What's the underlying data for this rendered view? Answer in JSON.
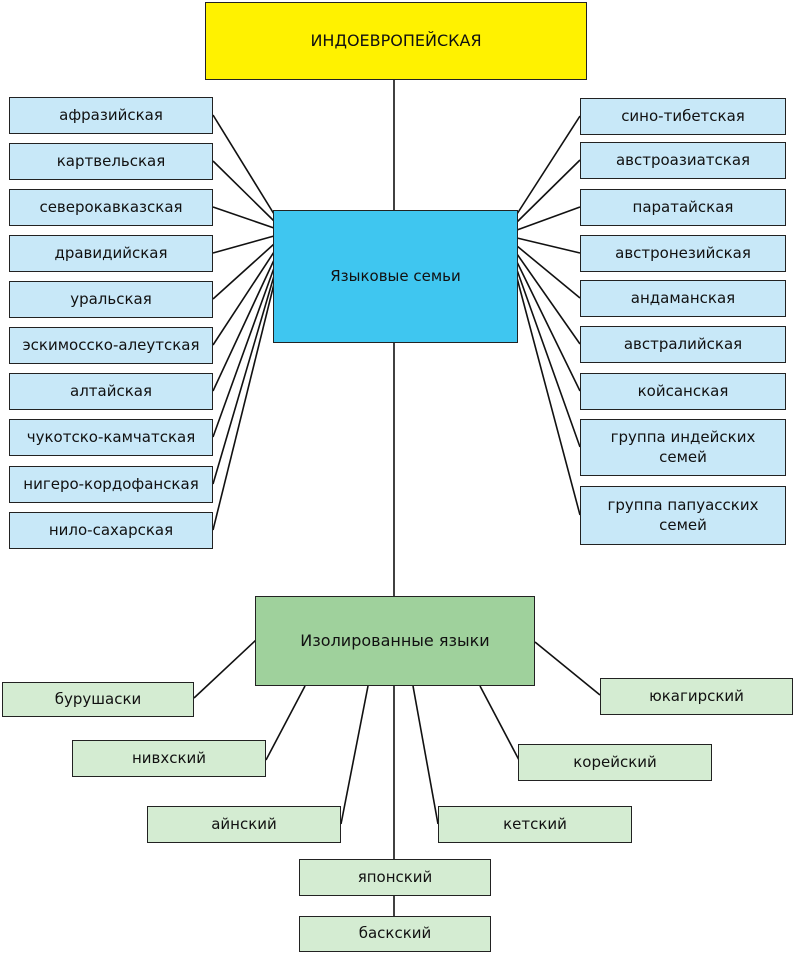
{
  "top": "ИНДОЕВРОПЕЙСКАЯ",
  "families_hub": "Языковые семьи",
  "isolates_hub": "Изолированные языки",
  "families_left": [
    "афразийская",
    "картвельская",
    "северокавказская",
    "дравидийская",
    "уральская",
    "эскимосско-алеутская",
    "алтайская",
    "чукотско-камчатская",
    "нигеро-кордофанская",
    "нило-сахарская"
  ],
  "families_right": [
    "сино-тибетская",
    "австроазиатская",
    "паратайская",
    "австронезийская",
    "андаманская",
    "австралийская",
    "койсанская",
    "группа индейских семей",
    "группа папуасских семей"
  ],
  "isolates": [
    "бурушаски",
    "нивхский",
    "айнский",
    "японский",
    "баскский",
    "кетский",
    "корейский",
    "юкагирский"
  ],
  "colors": {
    "top": "#fff200",
    "families_hub": "#3fc6f0",
    "family_box": "#c8e8f8",
    "isolates_hub": "#9fd19c",
    "isolate_box": "#d4ecd2"
  }
}
